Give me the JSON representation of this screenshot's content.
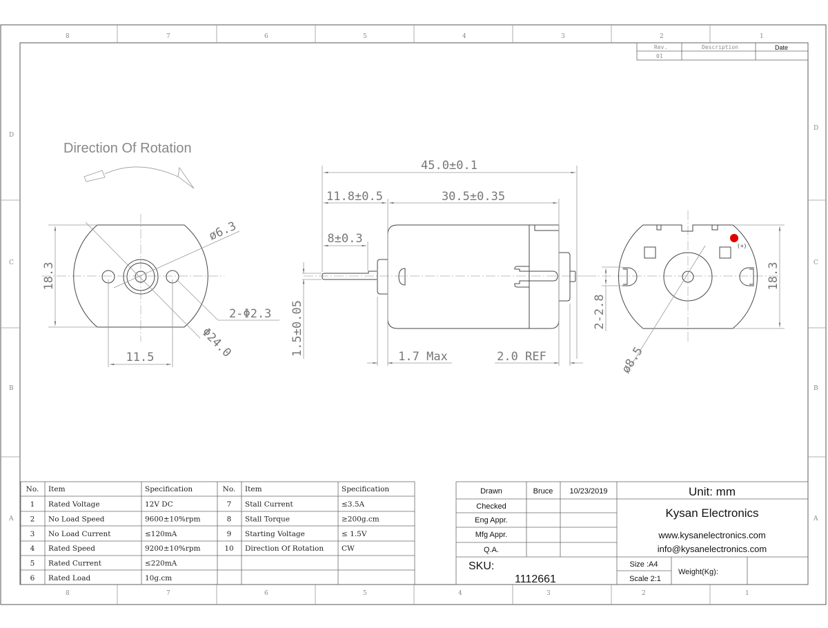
{
  "zones": {
    "columns": [
      "8",
      "7",
      "6",
      "5",
      "4",
      "3",
      "2",
      "1"
    ],
    "rows": [
      "D",
      "C",
      "B",
      "A"
    ]
  },
  "revision_table": {
    "headers": [
      "Rev.",
      "Description",
      "Date"
    ],
    "rows": [
      [
        "01",
        "",
        ""
      ]
    ]
  },
  "rotation": {
    "title": "Direction Of Rotation"
  },
  "front_view": {
    "height": "18.3",
    "hub_dia": "ø6.3",
    "holes": "2-Φ2.3",
    "body_dia": "Φ24.0",
    "hole_spacing": "11.5"
  },
  "side_view": {
    "overall_length": "45.0±0.1",
    "shaft_length": "11.8±0.5",
    "body_length": "30.5±0.35",
    "flat_length": "8±0.3",
    "shaft_dia": "1.5±0.05",
    "bushing": "1.7 Max",
    "rear": "2.0 REF"
  },
  "rear_view": {
    "height": "18.3",
    "terminals": "2-2.8",
    "boss_dia": "ø8.5",
    "polarity": "(+)",
    "polarity_color": "#e00000"
  },
  "spec_table": {
    "headers": [
      "No.",
      "Item",
      "Specification",
      "No.",
      "Item",
      "Specification"
    ],
    "rows": [
      [
        "1",
        "Rated Voltage",
        "12V DC",
        "7",
        "Stall Current",
        "≤3.5A"
      ],
      [
        "2",
        "No Load Speed",
        "9600±10%rpm",
        "8",
        "Stall Torque",
        "≥200g.cm"
      ],
      [
        "3",
        "No Load Current",
        "≤120mA",
        "9",
        "Starting Voltage",
        "≤ 1.5V"
      ],
      [
        "4",
        "Rated Speed",
        "9200±10%rpm",
        "10",
        "Direction Of Rotation",
        "CW"
      ],
      [
        "5",
        "Rated Current",
        "≤220mA",
        "",
        "",
        ""
      ],
      [
        "6",
        "Rated Load",
        "10g.cm",
        "",
        "",
        ""
      ]
    ]
  },
  "title_block": {
    "drawn_label": "Drawn",
    "drawn_by": "Bruce",
    "drawn_date": "10/23/2019",
    "checked_label": "Checked",
    "eng_label": "Eng Appr.",
    "mfg_label": "Mfg Appr.",
    "qa_label": "Q.A.",
    "unit": "Unit: mm",
    "company": "Kysan Electronics",
    "website": "www.kysanelectronics.com",
    "email": "info@kysanelectronics.com",
    "sku_label": "SKU:",
    "sku": "1112661",
    "size": "Size :A4",
    "scale": "Scale 2:1",
    "weight_label": "Weight(Kg):"
  }
}
